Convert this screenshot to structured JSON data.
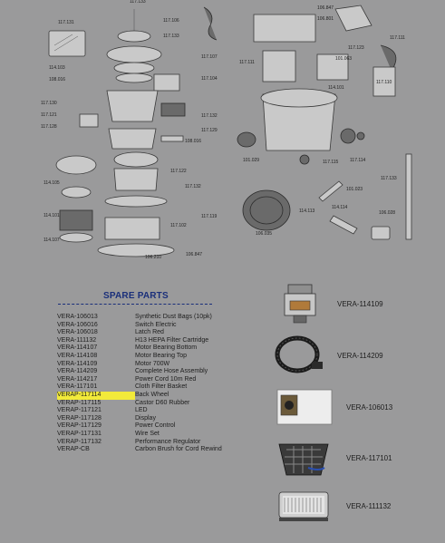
{
  "diagram": {
    "callouts": [
      "117.133",
      "117.131",
      "117.106",
      "117.133",
      "117.107",
      "114.103",
      "108.016",
      "117.104",
      "117.130",
      "117.121",
      "117.128",
      "117.132",
      "117.129",
      "108.016",
      "117.122",
      "114.105",
      "117.132",
      "114.101",
      "117.119",
      "114.107",
      "117.102",
      "106.210",
      "106.847",
      "106.847",
      "106.801",
      "117.123",
      "117.111",
      "101.063",
      "117.111",
      "114.101",
      "117.110",
      "101.029",
      "117.115",
      "117.114",
      "117.133",
      "114.113",
      "101.023",
      "114.114",
      "106.028",
      "106.035"
    ]
  },
  "spare_parts": {
    "title": "SPARE PARTS",
    "rows": [
      {
        "code": "VERA-106013",
        "desc": "Synthetic Dust Bags (10pk)"
      },
      {
        "code": "VERA-106016",
        "desc": "Switch Electric"
      },
      {
        "code": "VERA-106018",
        "desc": "Latch Red"
      },
      {
        "code": "VERA-111132",
        "desc": "H13 HEPA Filter Cartridge"
      },
      {
        "code": "VERA-114107",
        "desc": "Motor Bearing Bottom"
      },
      {
        "code": "VERA-114108",
        "desc": "Motor Bearing Top"
      },
      {
        "code": "VERA-114109",
        "desc": "Motor 700W"
      },
      {
        "code": "VERA-114209",
        "desc": "Complete Hose Assembly"
      },
      {
        "code": "VERA-114217",
        "desc": "Power Cord 10m Red"
      },
      {
        "code": "VERA-117101",
        "desc": "Cloth Filter Basket"
      },
      {
        "code": "VERAP-117114",
        "desc": "Back Wheel",
        "highlight": true
      },
      {
        "code": "VERAP-117115",
        "desc": "Castor D60 Rubber"
      },
      {
        "code": "VERAP-117121",
        "desc": "LED"
      },
      {
        "code": "VERAP-117128",
        "desc": "Display"
      },
      {
        "code": "VERAP-117129",
        "desc": "Power Control"
      },
      {
        "code": "VERAP-117131",
        "desc": "Wire Set"
      },
      {
        "code": "VERAP-117132",
        "desc": "Performance Regulator"
      },
      {
        "code": "VERAP-CB",
        "desc": "Carbon Brush for Cord Rewind"
      }
    ]
  },
  "thumbnails": [
    {
      "label": "VERA-114109",
      "icon": "motor-icon"
    },
    {
      "label": "VERA-114209",
      "icon": "hose-icon"
    },
    {
      "label": "VERA-106013",
      "icon": "dust-bag-icon"
    },
    {
      "label": "VERA-117101",
      "icon": "filter-basket-icon"
    },
    {
      "label": "VERA-111132",
      "icon": "hepa-filter-icon"
    }
  ],
  "colors": {
    "background": "#9a9a9b",
    "title": "#1a2f7a",
    "highlight": "#f2ea3a"
  }
}
